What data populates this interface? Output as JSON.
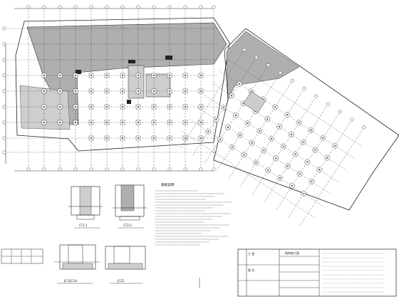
{
  "drawing": {
    "notes_title": "基础说明",
    "section_labels": [
      "CT1-1",
      "CT2-2",
      "JC1(JC1a)",
      "JCZ2"
    ],
    "title_block": {
      "label_a": "工 程",
      "label_b": "图 名",
      "label_c": "结构施工图"
    }
  }
}
